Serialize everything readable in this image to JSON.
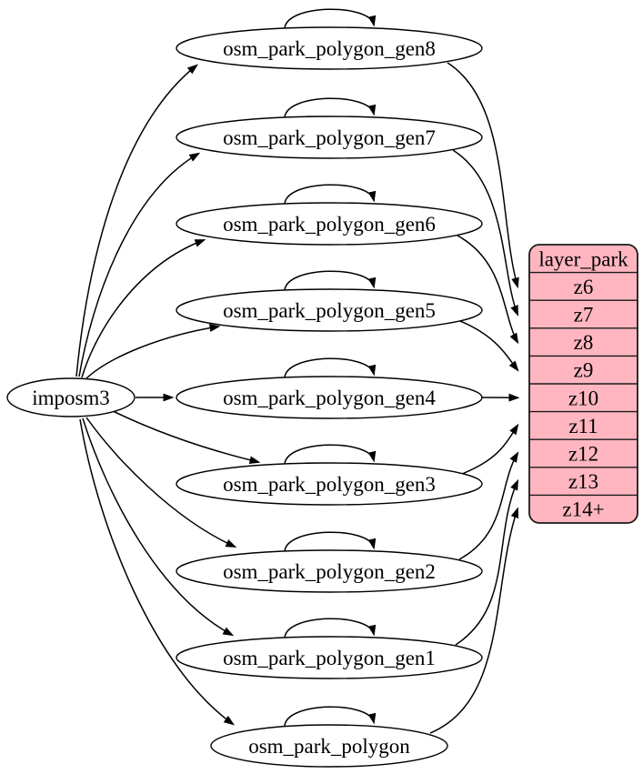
{
  "diagram": {
    "kind": "graphviz-dependency-graph",
    "colors": {
      "background": "#ffffff",
      "node_fill": "#ffffff",
      "node_stroke": "#000000",
      "edge_color": "#000000",
      "layer_fill": "#ffb6c1",
      "layer_stroke": "#1a1a1a"
    },
    "source_node": {
      "id": "imposm3",
      "label": "imposm3"
    },
    "table_nodes": [
      {
        "id": "osm_park_polygon_gen8",
        "label": "osm_park_polygon_gen8"
      },
      {
        "id": "osm_park_polygon_gen7",
        "label": "osm_park_polygon_gen7"
      },
      {
        "id": "osm_park_polygon_gen6",
        "label": "osm_park_polygon_gen6"
      },
      {
        "id": "osm_park_polygon_gen5",
        "label": "osm_park_polygon_gen5"
      },
      {
        "id": "osm_park_polygon_gen4",
        "label": "osm_park_polygon_gen4"
      },
      {
        "id": "osm_park_polygon_gen3",
        "label": "osm_park_polygon_gen3"
      },
      {
        "id": "osm_park_polygon_gen2",
        "label": "osm_park_polygon_gen2"
      },
      {
        "id": "osm_park_polygon_gen1",
        "label": "osm_park_polygon_gen1"
      },
      {
        "id": "osm_park_polygon",
        "label": "osm_park_polygon"
      }
    ],
    "layer_node": {
      "title": "layer_park",
      "rows": [
        "z6",
        "z7",
        "z8",
        "z9",
        "z10",
        "z11",
        "z12",
        "z13",
        "z14+"
      ]
    },
    "edges": {
      "source_to_tables": [
        "osm_park_polygon_gen8",
        "osm_park_polygon_gen7",
        "osm_park_polygon_gen6",
        "osm_park_polygon_gen5",
        "osm_park_polygon_gen4",
        "osm_park_polygon_gen3",
        "osm_park_polygon_gen2",
        "osm_park_polygon_gen1",
        "osm_park_polygon"
      ],
      "self_loops": [
        "osm_park_polygon_gen8",
        "osm_park_polygon_gen7",
        "osm_park_polygon_gen6",
        "osm_park_polygon_gen5",
        "osm_park_polygon_gen4",
        "osm_park_polygon_gen3",
        "osm_park_polygon_gen2",
        "osm_park_polygon_gen1",
        "osm_park_polygon"
      ],
      "tables_to_rows": [
        {
          "from": "osm_park_polygon_gen8",
          "to": "z6"
        },
        {
          "from": "osm_park_polygon_gen7",
          "to": "z7"
        },
        {
          "from": "osm_park_polygon_gen6",
          "to": "z8"
        },
        {
          "from": "osm_park_polygon_gen5",
          "to": "z9"
        },
        {
          "from": "osm_park_polygon_gen4",
          "to": "z10"
        },
        {
          "from": "osm_park_polygon_gen3",
          "to": "z11"
        },
        {
          "from": "osm_park_polygon_gen2",
          "to": "z12"
        },
        {
          "from": "osm_park_polygon_gen1",
          "to": "z13"
        },
        {
          "from": "osm_park_polygon",
          "to": "z14+"
        }
      ]
    }
  }
}
